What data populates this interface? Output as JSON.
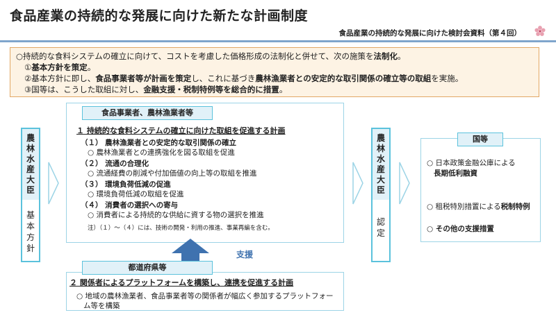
{
  "header": {
    "title": "食品産業の持続的な発展に向けた新たな計画制度",
    "subtitle": "食品産業の持続的な発展に向けた検討会資料（第４回）"
  },
  "summary": {
    "line1_a": "○持続的な食料システムの確立に向けて、コストを考慮した価格形成の法制化と併せて、次の施策を",
    "line1_b": "法制化",
    "line1_c": "。",
    "line2_a": "①",
    "line2_b": "基本方針を策定",
    "line2_c": "。",
    "line3_a": "②基本方針に即し、",
    "line3_b": "食品事業者等が計画を策定",
    "line3_c": "し、これに基づき",
    "line3_d": "農林漁業者との安定的な取引関係の確立等の取組",
    "line3_e": "を実施。",
    "line4_a": "③国等は、こうした取組に対し、",
    "line4_b": "金融支援・税制特例等を総合的に措置",
    "line4_c": "。"
  },
  "minister_left": {
    "head": [
      "農",
      "林",
      "水",
      "産",
      "大",
      "臣"
    ],
    "body": [
      "基",
      "本",
      "方",
      "針"
    ]
  },
  "minister_right": {
    "head": [
      "農",
      "林",
      "水",
      "産",
      "大",
      "臣"
    ],
    "body": [
      "認",
      "定"
    ]
  },
  "business": {
    "tag": "食品事業者、農林漁業者等",
    "plan_title": "１ 持続的な食料システムの確立に向けた取組を促進する計画",
    "items": [
      {
        "label": "（１） 農林漁業者との安定的な取引関係の確立",
        "detail": "○ 農林漁業者との連携強化を図る取組を促進"
      },
      {
        "label": "（２） 流通の合理化",
        "detail": "○ 流通経費の削減や付加価値の向上等の取組を推進"
      },
      {
        "label": "（３） 環境負荷低減の促進",
        "detail": "○ 環境負荷低減の取組を促進"
      },
      {
        "label": "（４） 消費者の選択への寄与",
        "detail": "○ 消費者による持続的な供給に資する物の選択を推進"
      }
    ],
    "note": "注）（１）～（４）には、技術の開発・利用の推進、事業再編を含む。"
  },
  "support": {
    "label": "支援"
  },
  "prefecture": {
    "tag": "都道府県等",
    "plan_title": "２ 関係者によるプラットフォームを構築し、連携を促進する計画",
    "detail_1": "○ 地域の農林漁業者、食品事業者等の関係者が幅広く参加するプラットフォー",
    "detail_2": "ム等を構築"
  },
  "government": {
    "tag": "国等",
    "item1_a": "○ 日本政策金融公庫による",
    "item1_b": "長期低利融資",
    "item2_a": "○ 租税特別措置による",
    "item2_b": "税制特例",
    "item3": "○ その他の支援措置"
  },
  "colors": {
    "accent_blue": "#5bc2dc",
    "header_fill": "#e1f1f8",
    "arrow_blue": "#3f72af",
    "summary_fill": "#fdf3e4",
    "summary_border": "#e2a764",
    "rule": "#7fa5cc"
  },
  "icons": {
    "chevron": "chevron-right-icon",
    "up_arrow": "arrow-up-icon",
    "seal": "sakura-mark-icon"
  }
}
